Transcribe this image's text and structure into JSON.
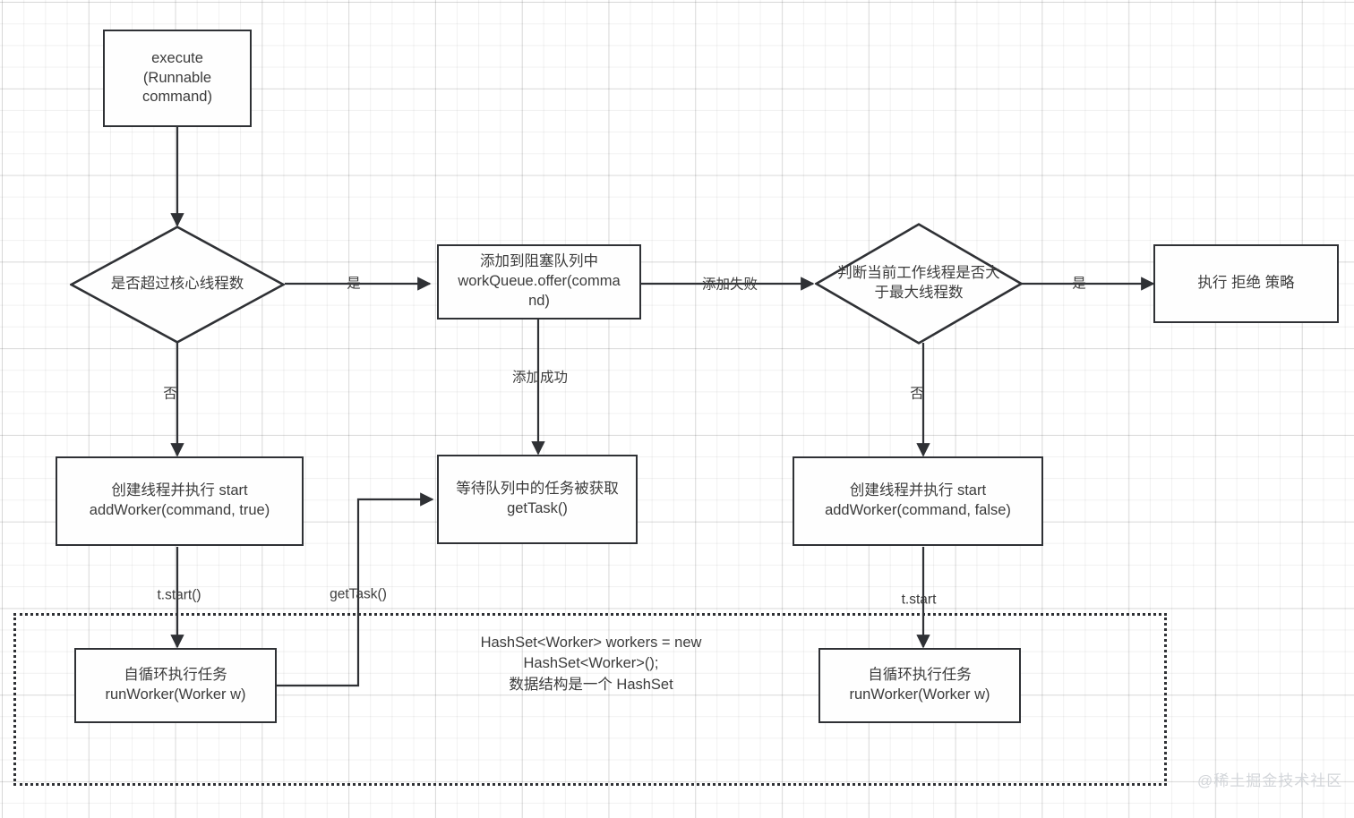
{
  "diagram": {
    "title": "Java ThreadPoolExecutor execute flow",
    "watermark": "@稀土掘金技术社区",
    "colors": {
      "stroke": "#2f3135",
      "text": "#3c3c3c",
      "grid": "#e8e8e8",
      "node_fill": "#fefefe",
      "watermark": "#d3d6da"
    },
    "nodes": {
      "execute": "execute\n(Runnable\ncommand)",
      "check_core": "是否超过核心线程数",
      "offer_queue": "添加到阻塞队列中\nworkQueue.offer(comma\nnd)",
      "check_max": "判断当前工作线程是否大\n于最大线程数",
      "reject_policy": "执行 拒绝 策略",
      "add_worker_true": "创建线程并执行 start\naddWorker(command, true)",
      "wait_get_task": "等待队列中的任务被获取\ngetTask()",
      "add_worker_false": "创建线程并执行 start\naddWorker(command, false)",
      "run_worker_left": "自循环执行任务\nrunWorker(Worker w)",
      "run_worker_right": "自循环执行任务\nrunWorker(Worker w)"
    },
    "edge_labels": {
      "core_yes": "是",
      "core_no": "否",
      "offer_fail": "添加失败",
      "offer_success": "添加成功",
      "max_yes": "是",
      "max_no": "否",
      "t_start_left": "t.start()",
      "get_task": "getTask()",
      "t_start_right": "t.start"
    },
    "group_note": "HashSet<Worker> workers = new\nHashSet<Worker>();\n数据结构是一个 HashSet"
  }
}
